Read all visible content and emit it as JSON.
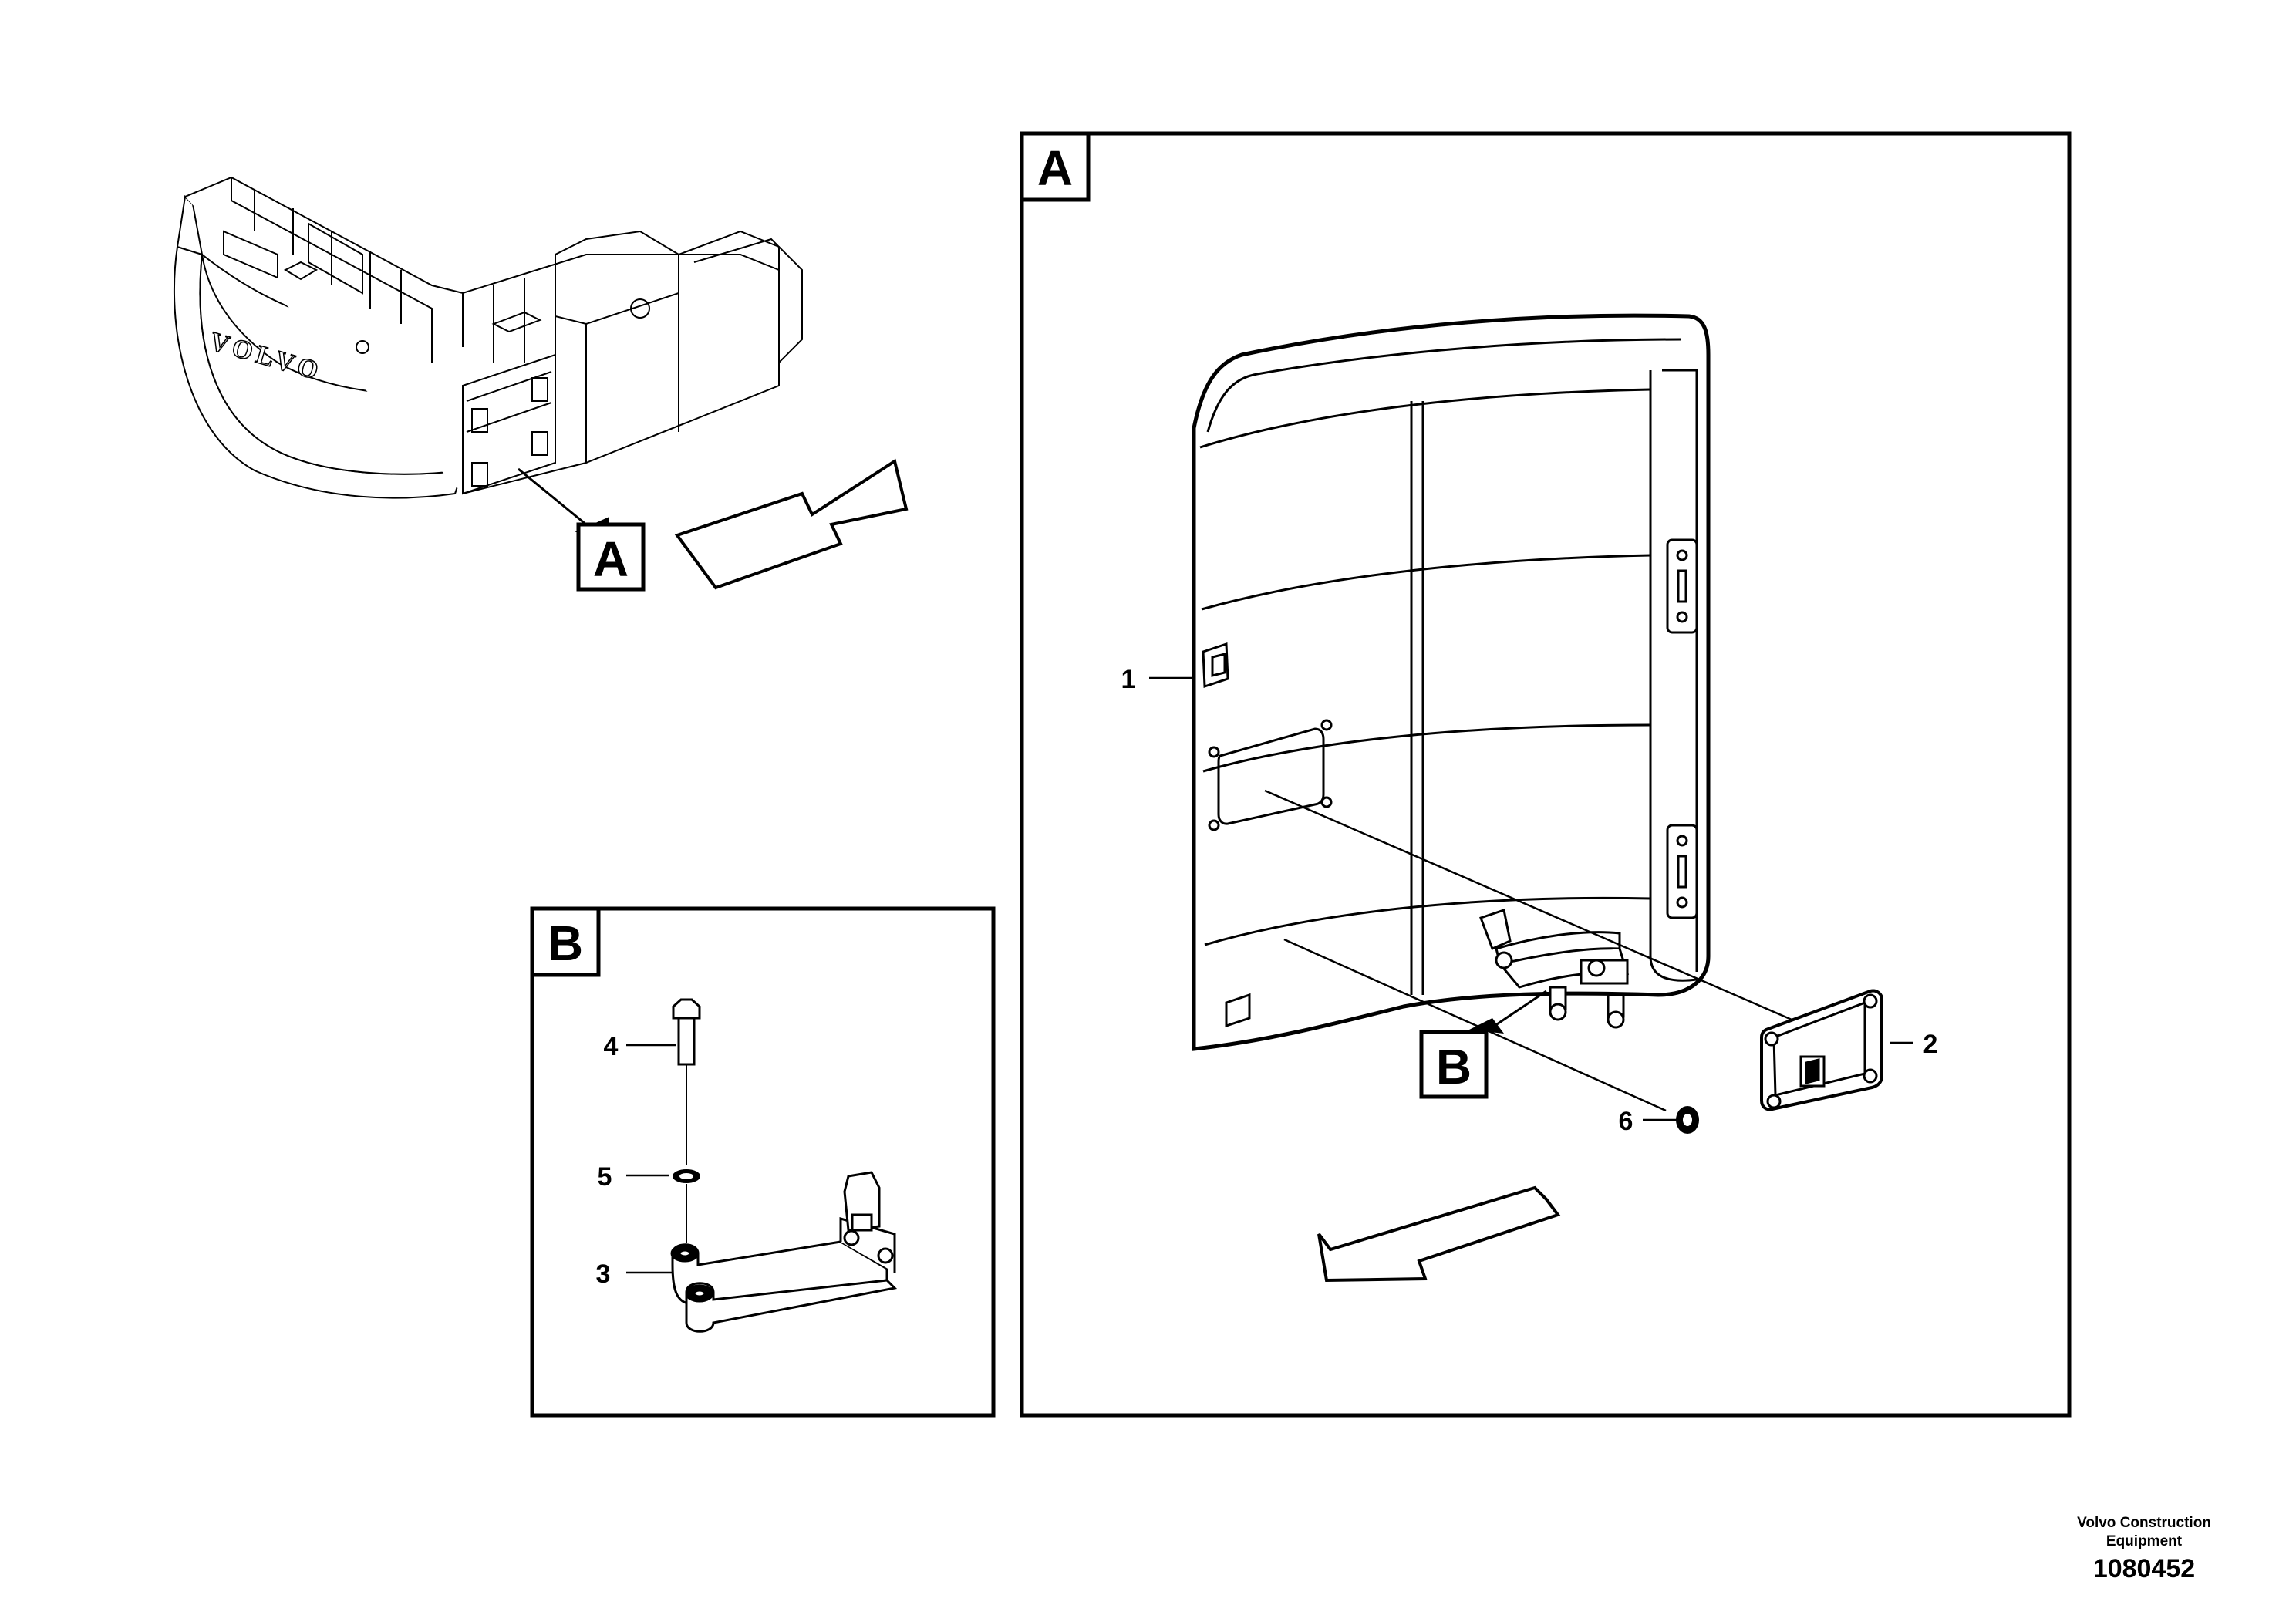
{
  "views": {
    "overview_callout": "A",
    "detail_a_title": "A",
    "detail_b_title": "B",
    "detail_a_callout_b": "B"
  },
  "overview": {
    "brand_text": "VOLVO"
  },
  "parts": [
    {
      "ref": "1"
    },
    {
      "ref": "2"
    },
    {
      "ref": "3"
    },
    {
      "ref": "4"
    },
    {
      "ref": "5"
    },
    {
      "ref": "6"
    }
  ],
  "footer": {
    "company_line1": "Volvo Construction",
    "company_line2": "Equipment",
    "document_number": "1080452"
  }
}
